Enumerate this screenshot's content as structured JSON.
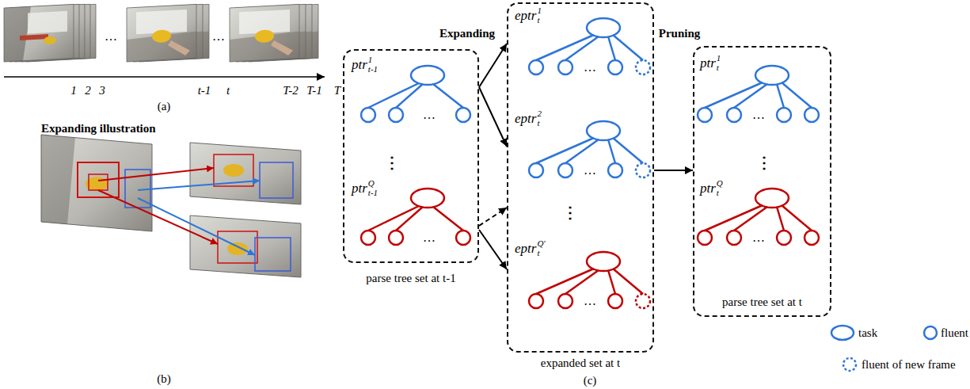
{
  "diagram": {
    "nodes": [
      {
        "text": [
          "parse tree set at t-1"
        ]
      },
      {
        "text": [
          "expanded set at t"
        ]
      },
      {
        "text": [
          "parse tree set at t"
        ]
      }
    ],
    "edges": [
      {
        "from": 0,
        "to": 1,
        "arrow": "to",
        "label": "Expanding"
      },
      {
        "from": 0,
        "to": 1,
        "arrow": "to"
      },
      {
        "from": 0,
        "to": 1,
        "arrow": "to"
      },
      {
        "from": 0,
        "to": 1,
        "arrow": "to"
      },
      {
        "from": 1,
        "to": 2,
        "arrow": "to",
        "label": "Pruning"
      }
    ],
    "labels": [
      "1",
      "2",
      "3",
      "…",
      "…",
      "t-1",
      "t",
      "T-2",
      "T-1",
      "T",
      "(a)",
      "Expanding illustration",
      "(b)",
      "ptr",
      "1",
      "t-1",
      "…",
      "⋮",
      "ptr",
      "Q",
      "t-1",
      "…",
      "eptr",
      "1",
      "t",
      "…",
      "eptr",
      "2",
      "t",
      "…",
      "⋮",
      "eptr",
      "Q′",
      "t",
      "…",
      "ptr",
      "1",
      "t",
      "…",
      "⋮",
      "ptr",
      "Q",
      "t",
      "…",
      "(c)"
    ],
    "legend": [
      {
        "text": "task"
      },
      {
        "text": "fluent"
      },
      {
        "text": "fluent of new frame"
      }
    ]
  }
}
